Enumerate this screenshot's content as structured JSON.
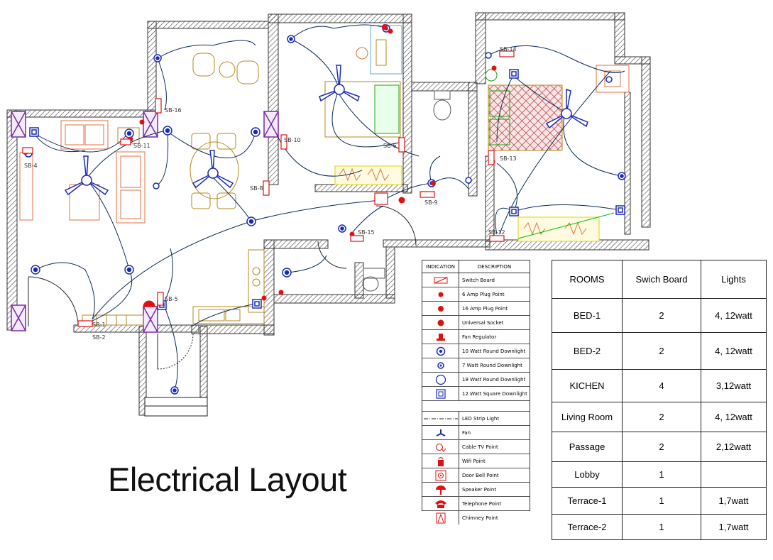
{
  "title": "Electrical Layout",
  "switch_boards": [
    "SB-1",
    "SB-2",
    "SB-4",
    "SB-5",
    "SB-6",
    "SB-8",
    "SB-9",
    "SB-10",
    "SB-11",
    "SB-12",
    "SB-13",
    "SB-14",
    "SB-15",
    "SB-16"
  ],
  "legend": {
    "header": [
      "INDICATION",
      "DESCRIPTION"
    ],
    "items": [
      {
        "icon": "switch-board-icon",
        "label": "Switch Board"
      },
      {
        "icon": "plug-6amp-icon",
        "label": "6 Amp Plug Point"
      },
      {
        "icon": "plug-16amp-icon",
        "label": "16 Amp Plug Point"
      },
      {
        "icon": "universal-socket-icon",
        "label": "Universal Socket"
      },
      {
        "icon": "fan-regulator-icon",
        "label": "Fan Regulator"
      },
      {
        "icon": "downlight-10w-icon",
        "label": "10 Watt Round Downlight"
      },
      {
        "icon": "downlight-7w-icon",
        "label": "7 Watt Round Downlight"
      },
      {
        "icon": "downlight-18w-icon",
        "label": "18 Watt Round Downlight"
      },
      {
        "icon": "downlight-square-12w-icon",
        "label": "12 Watt Square Downlight"
      }
    ],
    "items2": [
      {
        "icon": "led-strip-icon",
        "label": "LED Strip Light"
      },
      {
        "icon": "fan-icon",
        "label": "Fan"
      },
      {
        "icon": "cable-tv-icon",
        "label": "Cable TV Point"
      },
      {
        "icon": "wifi-icon",
        "label": "Wifi Point"
      },
      {
        "icon": "door-bell-icon",
        "label": "Door Bell Point"
      },
      {
        "icon": "speaker-icon",
        "label": "Speaker Point"
      },
      {
        "icon": "telephone-icon",
        "label": "Telephone Point"
      },
      {
        "icon": "chimney-icon",
        "label": "Chimney Point"
      }
    ]
  },
  "rooms_table": {
    "headers": [
      "ROOMS",
      "Swich Board",
      "Lights"
    ],
    "rows": [
      {
        "room": "BED-1",
        "switch": "2",
        "lights": "4, 12watt"
      },
      {
        "room": "BED-2",
        "switch": "2",
        "lights": "4, 12watt"
      },
      {
        "room": "KICHEN",
        "switch": "4",
        "lights": "3,12watt"
      },
      {
        "room": "Living Room",
        "switch": "2",
        "lights": "4, 12watt"
      },
      {
        "room": "Passage",
        "switch": "2",
        "lights": "2,12watt"
      },
      {
        "room": "Lobby",
        "switch": "1",
        "lights": ""
      },
      {
        "room": "Terrace-1",
        "switch": "1",
        "lights": "1,7watt"
      },
      {
        "room": "Terrace-2",
        "switch": "1",
        "lights": "1,7watt"
      }
    ]
  },
  "colors": {
    "wall": "#333333",
    "wiring": "#0a2a5a",
    "fixture": "#1a2ab8",
    "socket": "#e01010",
    "furniture_orange": "#e07040",
    "furniture_gold": "#b58a1a",
    "window": "#7a2aa8",
    "led_strip": "#00c000"
  }
}
